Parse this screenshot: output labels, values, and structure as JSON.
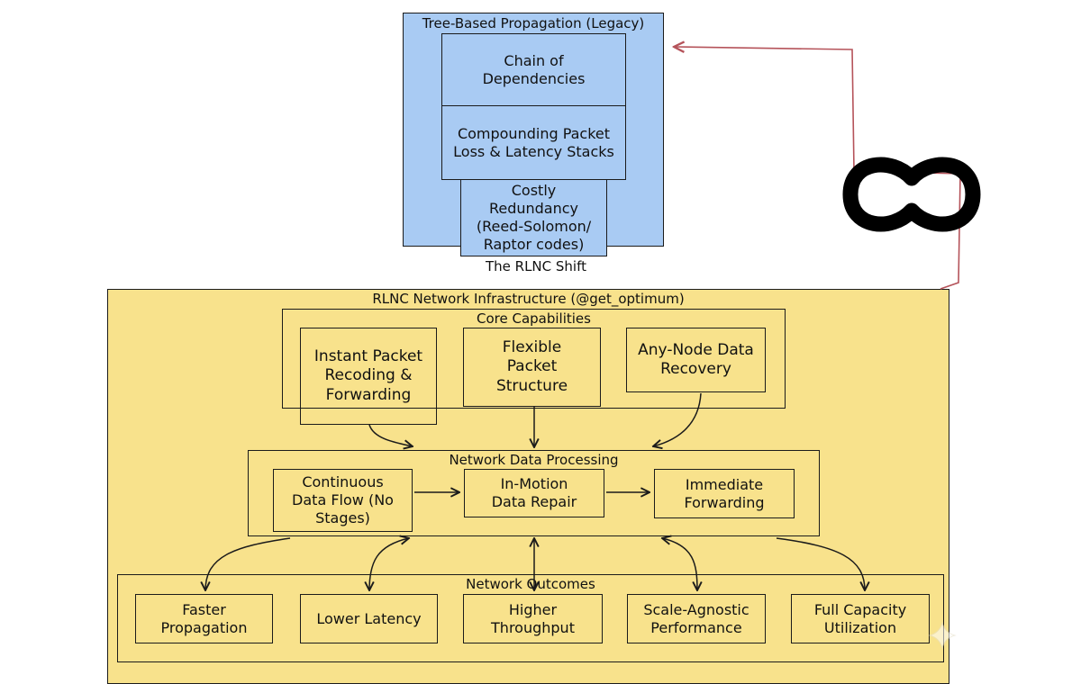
{
  "legacy": {
    "title": "Tree-Based Propagation (Legacy)",
    "boxes": [
      "Chain of Dependencies",
      "Compounding Packet Loss & Latency Stacks",
      "Costly Redundancy (Reed-Solomon/ Raptor codes)"
    ],
    "shift_label": "The RLNC Shift"
  },
  "rlnc": {
    "title": "RLNC Network Infrastructure (@get_optimum)",
    "core": {
      "title": "Core Capabilities",
      "items": [
        "Instant Packet Recoding & Forwarding",
        "Flexible Packet Structure",
        "Any-Node Data Recovery"
      ]
    },
    "processing": {
      "title": "Network Data Processing",
      "items": [
        "Continuous Data Flow (No Stages)",
        "In-Motion Data Repair",
        "Immediate Forwarding"
      ]
    },
    "outcomes": {
      "title": "Network Outcomes",
      "items": [
        "Faster Propagation",
        "Lower Latency",
        "Higher Throughput",
        "Scale-Agnostic Performance",
        "Full Capacity Utilization"
      ]
    }
  },
  "colors": {
    "legacy_fill": "#a9cbf3",
    "rlnc_fill": "#f8e28c",
    "connector_red": "#b5535a",
    "logo": "#000000"
  },
  "icons": [
    "infinity-logo-icon",
    "sparkle-icon"
  ]
}
